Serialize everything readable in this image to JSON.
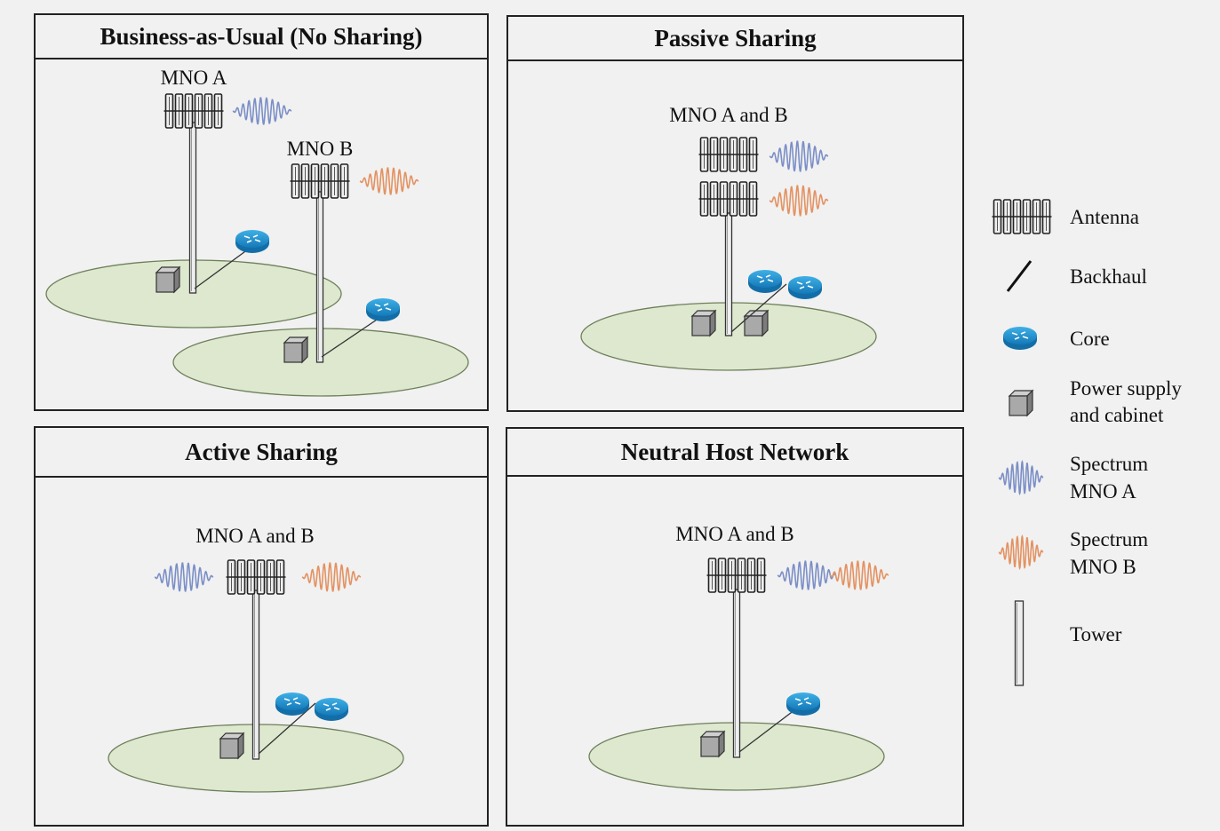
{
  "panels": {
    "bau": {
      "title": "Business-as-Usual  (No Sharing)",
      "label_a": "MNO A",
      "label_b": "MNO B"
    },
    "passive": {
      "title": "Passive Sharing",
      "label": "MNO A and B"
    },
    "active": {
      "title": "Active Sharing",
      "label": "MNO A and B"
    },
    "neutral": {
      "title": "Neutral Host Network",
      "label": "MNO A and B"
    }
  },
  "legend": {
    "antenna": "Antenna",
    "backhaul": "Backhaul",
    "core": "Core",
    "power_line1": "Power supply",
    "power_line2": "and cabinet",
    "spectrum_a_line1": "Spectrum",
    "spectrum_a_line2": "MNO A",
    "spectrum_b_line1": "Spectrum",
    "spectrum_b_line2": "MNO B",
    "tower": "Tower"
  },
  "colors": {
    "coverage_fill": "#dde8cf",
    "coverage_stroke": "#6e7f5a",
    "spectrum_a": "#7b8fc7",
    "spectrum_b": "#e39262",
    "core": "#1f94d2",
    "cabinet": "#a9a9a9"
  }
}
